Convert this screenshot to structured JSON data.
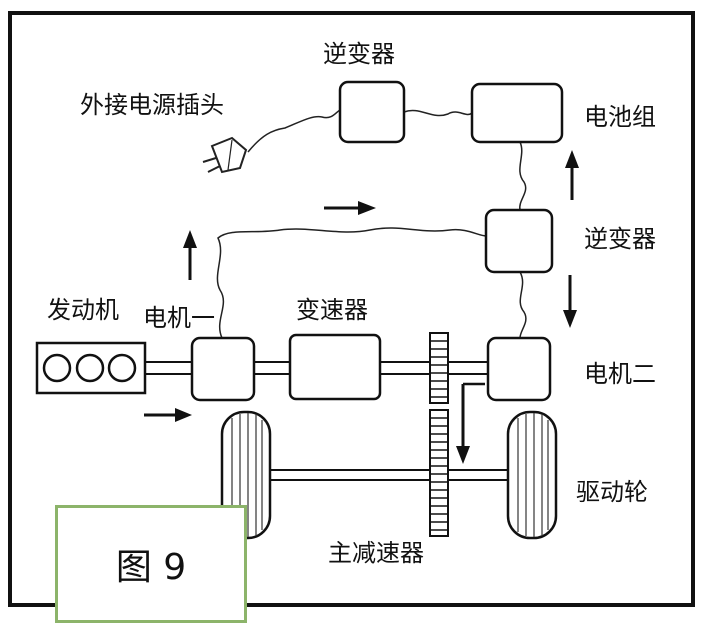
{
  "labels": {
    "inverter_top": "逆变器",
    "external_plug": "外接电源插头",
    "battery": "电池组",
    "inverter_right": "逆变器",
    "engine": "发动机",
    "motor_one": "电机一",
    "transmission": "变速器",
    "motor_two": "电机二",
    "drive_wheel": "驱动轮",
    "final_drive": "主减速器"
  },
  "caption": "图 9"
}
